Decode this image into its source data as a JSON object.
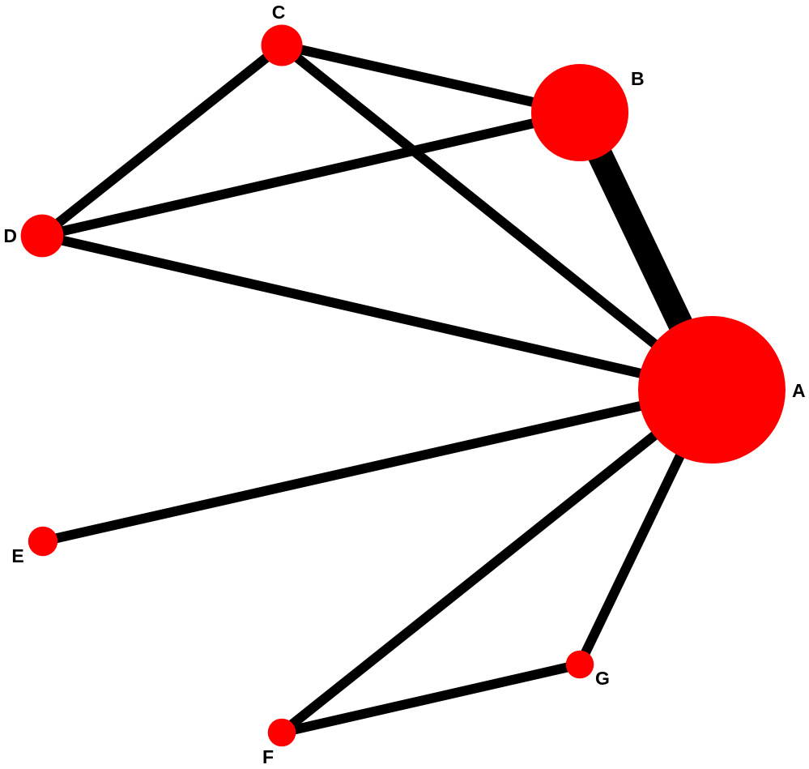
{
  "diagram": {
    "type": "network-graph",
    "colors": {
      "node": "#ff0000",
      "edge": "#000000",
      "label": "#000000",
      "background": "#ffffff"
    },
    "nodes": [
      {
        "id": "A",
        "label": "A",
        "relative_size": 1.0
      },
      {
        "id": "B",
        "label": "B",
        "relative_size": 0.66
      },
      {
        "id": "C",
        "label": "C",
        "relative_size": 0.28
      },
      {
        "id": "D",
        "label": "D",
        "relative_size": 0.29
      },
      {
        "id": "E",
        "label": "E",
        "relative_size": 0.2
      },
      {
        "id": "F",
        "label": "F",
        "relative_size": 0.19
      },
      {
        "id": "G",
        "label": "G",
        "relative_size": 0.19
      }
    ],
    "edges": [
      {
        "source": "A",
        "target": "B",
        "relative_weight": 2.6
      },
      {
        "source": "A",
        "target": "C",
        "relative_weight": 1.0
      },
      {
        "source": "A",
        "target": "D",
        "relative_weight": 1.0
      },
      {
        "source": "A",
        "target": "E",
        "relative_weight": 1.0
      },
      {
        "source": "A",
        "target": "F",
        "relative_weight": 1.0
      },
      {
        "source": "A",
        "target": "G",
        "relative_weight": 1.0
      },
      {
        "source": "B",
        "target": "C",
        "relative_weight": 1.0
      },
      {
        "source": "B",
        "target": "D",
        "relative_weight": 1.0
      },
      {
        "source": "C",
        "target": "D",
        "relative_weight": 1.0
      },
      {
        "source": "F",
        "target": "G",
        "relative_weight": 1.0
      }
    ]
  }
}
